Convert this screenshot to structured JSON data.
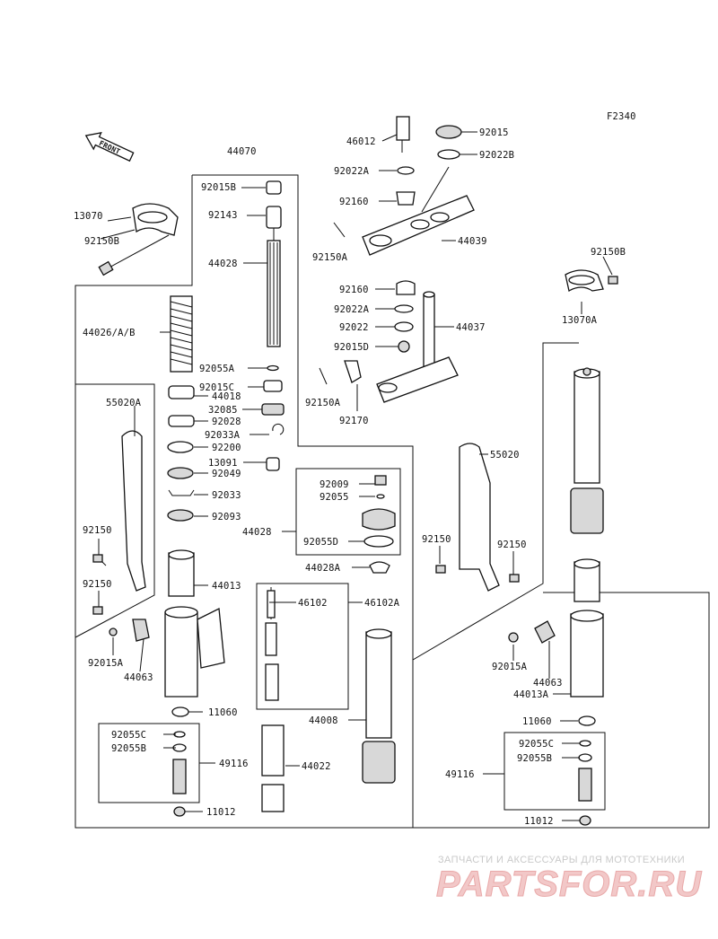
{
  "diagram": {
    "figure_code": "F2340",
    "front_arrow_label": "FRONT",
    "labels": {
      "p44070": "44070",
      "p92015B": "92015B",
      "p92143": "92143",
      "p44028_top": "44028",
      "p44026": "44026/A/B",
      "p92055A": "92055A",
      "p92015C": "92015C",
      "p44018": "44018",
      "p32085": "32085",
      "p92028": "92028",
      "p92033A": "92033A",
      "p92200": "92200",
      "p13091": "13091",
      "p92049": "92049",
      "p92033": "92033",
      "p92093": "92093",
      "p44013": "44013",
      "p44063_left": "44063",
      "p92015A_left": "92015A",
      "p11060_left": "11060",
      "p92055C_left": "92055C",
      "p92055B_left": "92055B",
      "p49116_left": "49116",
      "p11012_left": "11012",
      "p13070": "13070",
      "p92150B_left": "92150B",
      "p55020A": "55020A",
      "p92150_l1": "92150",
      "p92150_l2": "92150",
      "p92009": "92009",
      "p92055": "92055",
      "p92055D": "92055D",
      "p44028_mid": "44028",
      "p44028A": "44028A",
      "p46102": "46102",
      "p46102A": "46102A",
      "p44008": "44008",
      "p44022": "44022",
      "p46012": "46012",
      "p92015": "92015",
      "p92022B": "92022B",
      "p92022A_top": "92022A",
      "p92160_top": "92160",
      "p44039": "44039",
      "p92150A_top": "92150A",
      "p92160_mid": "92160",
      "p92022A_mid": "92022A",
      "p92022": "92022",
      "p44037": "44037",
      "p92015D": "92015D",
      "p92150A_mid": "92150A",
      "p92170": "92170",
      "p92150B_right": "92150B",
      "p13070A": "13070A",
      "p55020": "55020",
      "p92150_r1": "92150",
      "p92150_r2": "92150",
      "p92015A_right": "92015A",
      "p44063_right": "44063",
      "p44013A": "44013A",
      "p11060_right": "11060",
      "p92055C_right": "92055C",
      "p92055B_right": "92055B",
      "p49116_right": "49116",
      "p11012_right": "11012"
    }
  },
  "watermark": {
    "tagline": "ЗАПЧАСТИ И АКСЕССУАРЫ ДЛЯ МОТОТЕХНИКИ",
    "brand": "PARTSFOR.RU",
    "brand_color": "#e9a9a9"
  }
}
